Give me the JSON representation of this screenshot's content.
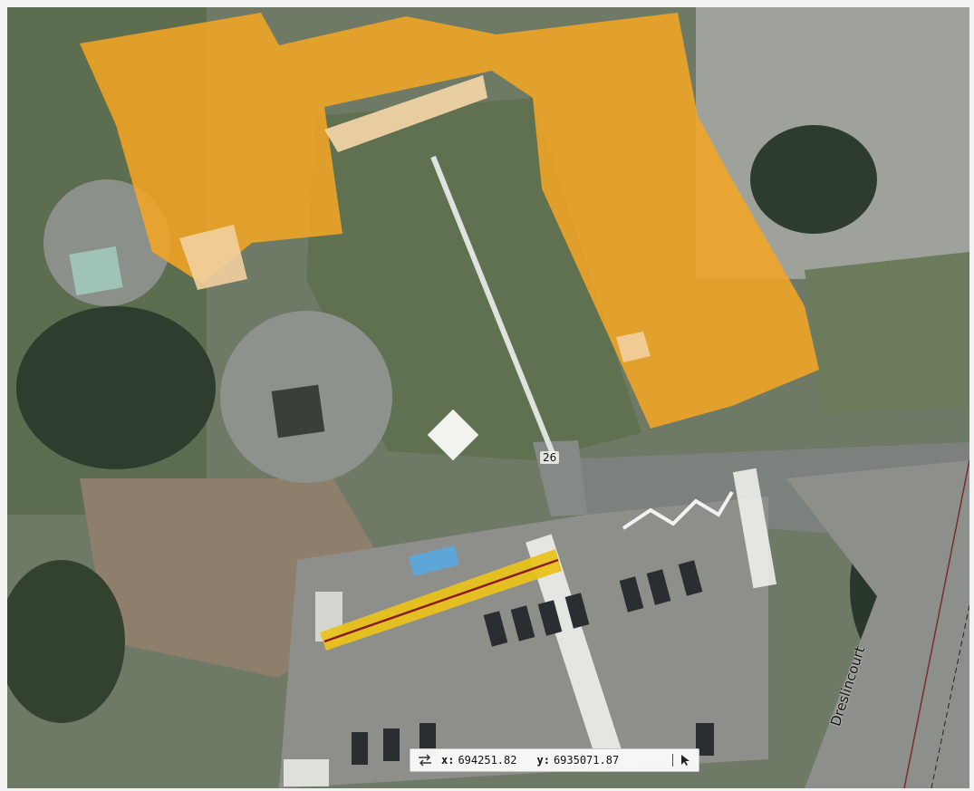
{
  "map": {
    "labels": {
      "road_number": "26",
      "street_name": "Dreslincourt"
    },
    "colors": {
      "building_highlight": "#f2a524",
      "selected_segment": "#e8c21b",
      "segment_line": "#8b1b1b"
    }
  },
  "coordinate_bar": {
    "x_label": "x:",
    "x_value": "694251.82",
    "y_label": "y:",
    "y_value": "6935071.87",
    "swap_icon": "swap-arrows-icon",
    "cursor_icon": "cursor-arrow-icon"
  }
}
